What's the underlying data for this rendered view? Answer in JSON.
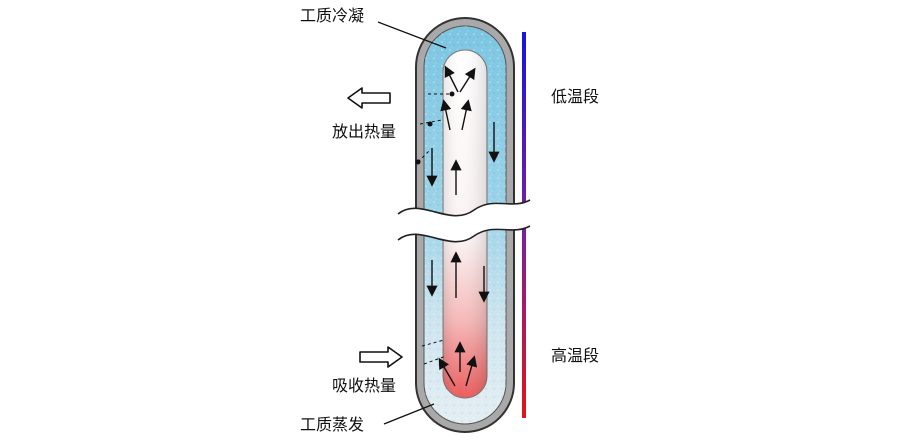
{
  "labels": {
    "condensation": "工质冷凝",
    "heat_release": "放出热量",
    "heat_absorb": "吸收热量",
    "evaporation": "工质蒸发",
    "low_temp_section": "低温段",
    "high_temp_section": "高温段"
  },
  "colors": {
    "tube_outer": "#a8a8a8",
    "wick_blue": "#86cde6",
    "wick_light": "#d8ebf3",
    "core_white": "#ffffff",
    "core_hot": "#ef6a6a",
    "gradient_cold": "#1515e0",
    "gradient_hot": "#e01515"
  }
}
